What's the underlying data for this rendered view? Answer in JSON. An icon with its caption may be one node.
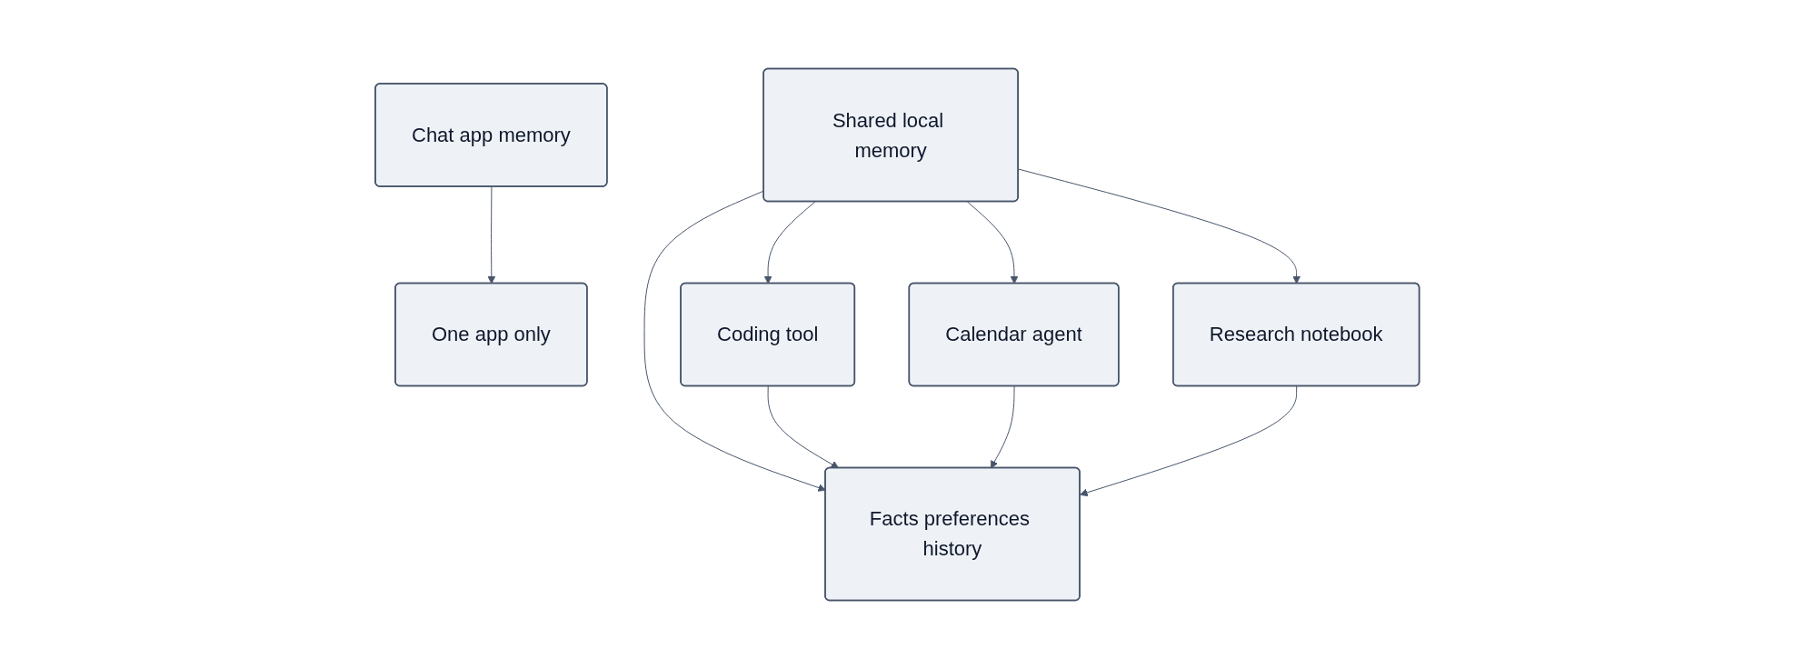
{
  "diagram": {
    "nodes": [
      {
        "text": [
          "Chat app memory"
        ]
      },
      {
        "text": [
          "One app only"
        ]
      },
      {
        "text": [
          "Shared local memory"
        ]
      },
      {
        "text": [
          "Coding tool"
        ]
      },
      {
        "text": [
          "Calendar agent"
        ]
      },
      {
        "text": [
          "Research notebook"
        ]
      },
      {
        "text": [
          "Facts preferences history"
        ]
      }
    ],
    "edges": [
      {
        "from": 0,
        "to": 1,
        "arrow": "to"
      },
      {
        "from": 2,
        "to": 3,
        "arrow": "to"
      },
      {
        "from": 2,
        "to": 4,
        "arrow": "to"
      },
      {
        "from": 2,
        "to": 5,
        "arrow": "to"
      },
      {
        "from": 2,
        "to": 6,
        "arrow": "to"
      },
      {
        "from": 3,
        "to": 6,
        "arrow": "to"
      },
      {
        "from": 4,
        "to": 6,
        "arrow": "to"
      },
      {
        "from": 5,
        "to": 6,
        "arrow": "to"
      }
    ]
  }
}
